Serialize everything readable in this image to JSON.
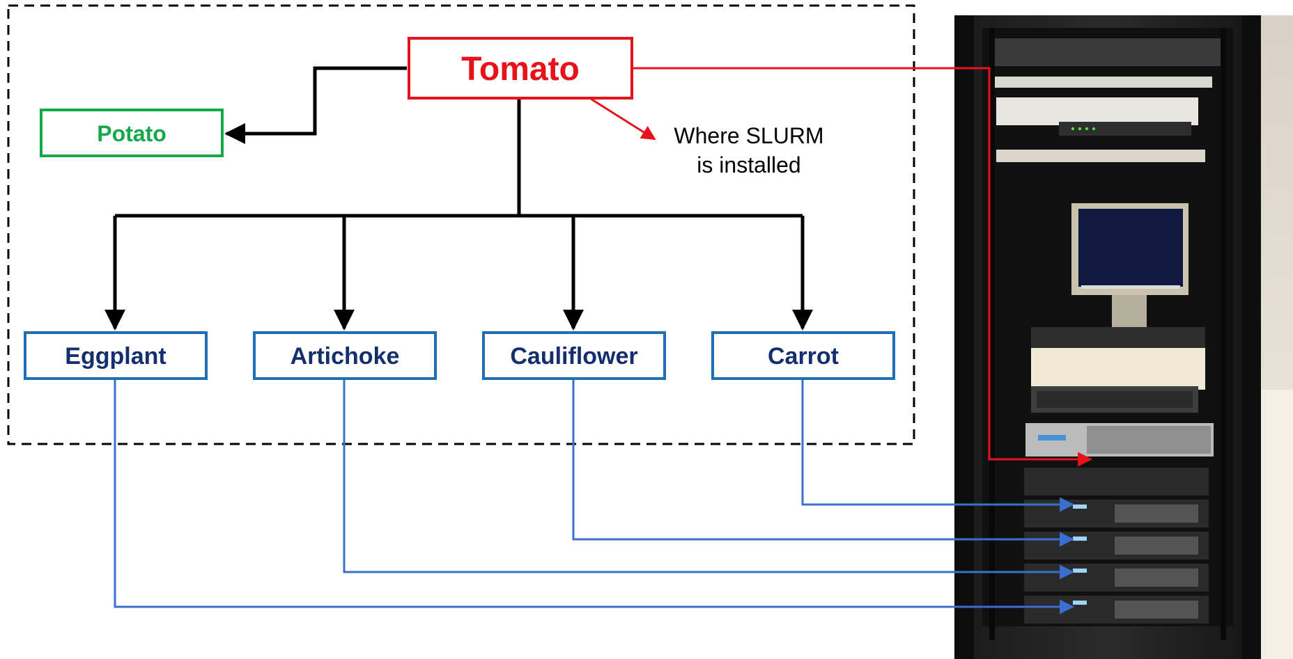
{
  "nodes": {
    "head": {
      "label": "Tomato",
      "color": "#e8121b"
    },
    "login": {
      "label": "Potato",
      "color": "#14a84a"
    },
    "compute": [
      {
        "label": "Eggplant",
        "color": "#1f6fb8"
      },
      {
        "label": "Artichoke",
        "color": "#1f6fb8"
      },
      {
        "label": "Cauliflower",
        "color": "#1f6fb8"
      },
      {
        "label": "Carrot",
        "color": "#1f6fb8"
      }
    ]
  },
  "annotation": {
    "line1": "Where SLURM",
    "line2": "is installed"
  },
  "colors": {
    "tree_lines": "#000000",
    "head_link": "#e8121b",
    "compute_link": "#3a6fd0",
    "compute_text": "#142e6e"
  },
  "photo": {
    "subject": "server-rack-photo",
    "description_icon": "server-rack-icon"
  }
}
